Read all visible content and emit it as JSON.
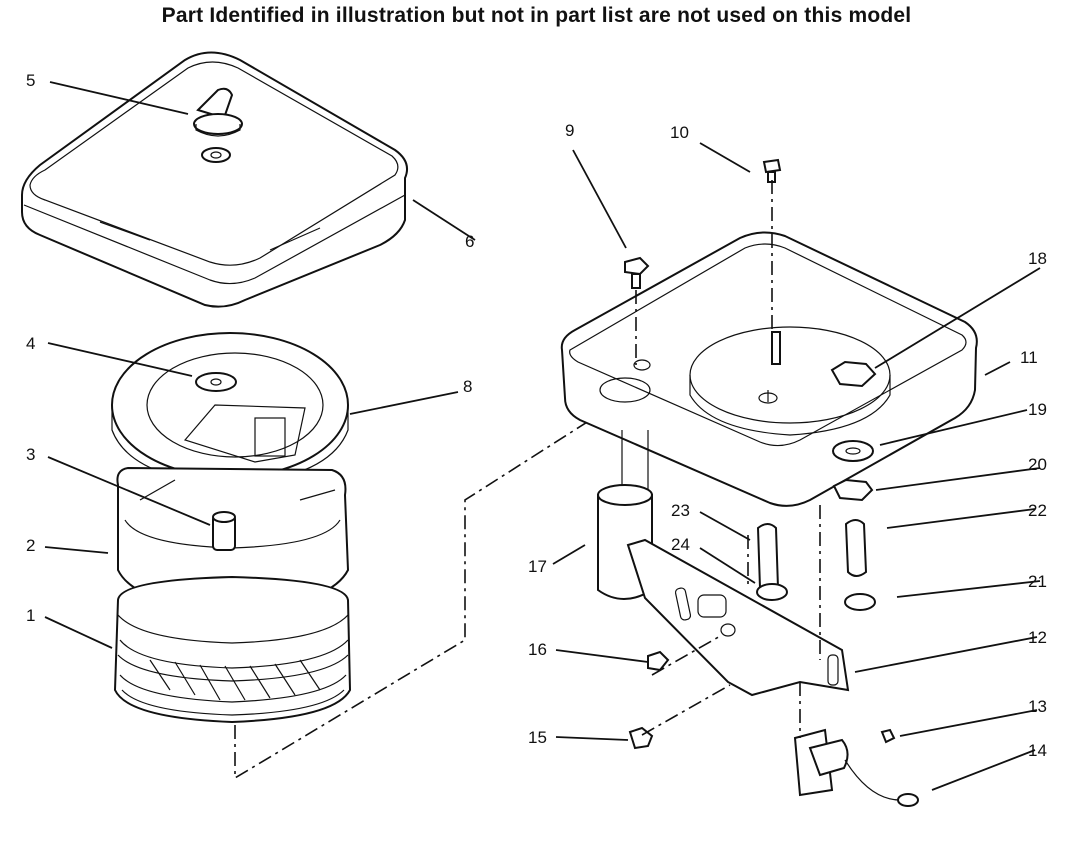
{
  "header": {
    "title": "Part Identified in illustration but not in part list are not used on this model"
  },
  "callouts": [
    "1",
    "2",
    "3",
    "4",
    "5",
    "6",
    "8",
    "9",
    "10",
    "11",
    "12",
    "13",
    "14",
    "15",
    "16",
    "17",
    "18",
    "19",
    "20",
    "21",
    "22",
    "23",
    "24"
  ]
}
